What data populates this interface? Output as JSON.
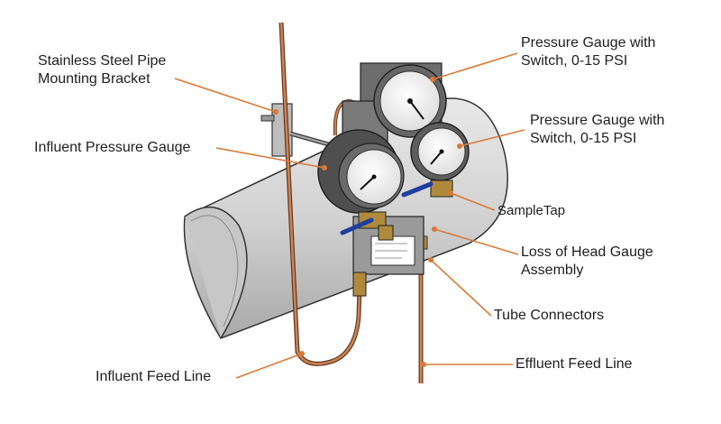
{
  "labels": {
    "bracket": {
      "line1": "Stainless Steel Pipe",
      "line2": "Mounting Bracket"
    },
    "influent_gauge": "Influent Pressure Gauge",
    "gauge_top": {
      "line1": "Pressure Gauge with",
      "line2": "Switch, 0-15 PSI"
    },
    "gauge_right": {
      "line1": "Pressure Gauge with",
      "line2": "Switch, 0-15 PSI"
    },
    "sample_tap": "SampleTap",
    "loss_of_head": {
      "line1": "Loss of Head Gauge",
      "line2": "Assembly"
    },
    "tube_connectors": "Tube Connectors",
    "influent_feed": "Influent Feed Line",
    "effluent_feed": "Effluent Feed Line"
  },
  "colors": {
    "callout": "#d97a3a",
    "pipe": "#cfcfcf",
    "copper": "#b8734a",
    "valve_handle": "#2d55c8",
    "brass": "#b08a3c"
  }
}
